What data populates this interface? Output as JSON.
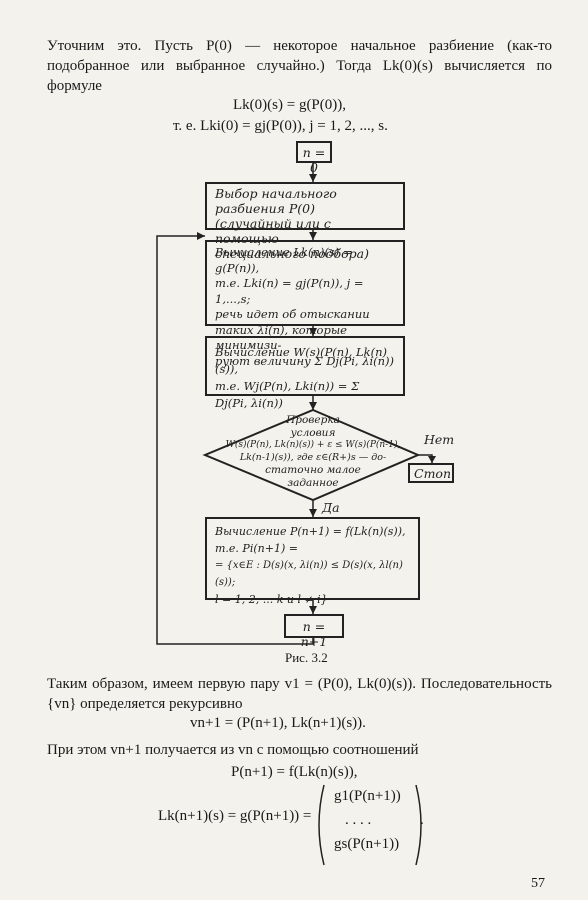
{
  "text": {
    "para1": "Уточним это. Пусть P(0) — некоторое начальное разбиение (как-то подобранное или выбранное случайно.) Тогда Lk(0)(s) вычисляется по формуле",
    "eq1": "Lk(0)(s) = g(P(0)),",
    "eq2": "т. е. Lki(0) = gj(P(0)), j = 1, 2, ..., s.",
    "para2": "Таким образом, имеем первую пару v1 = (P(0), Lk(0)(s)). Последовательность {vn} определяется рекурсивно",
    "eq3": "vn+1 = (P(n+1), Lk(n+1)(s)).",
    "para3": "При этом vn+1 получается из vn с помощью соотношений",
    "eq4": "P(n+1) = f(Lk(n)(s)),",
    "eq5_lhs": "Lk(n+1)(s) = g(P(n+1)) =",
    "eq5_row1": "g1(P(n+1))",
    "eq5_row2": ". . . .",
    "eq5_row3": "gs(P(n+1))",
    "caption": "Рис. 3.2",
    "page_number": "57"
  },
  "flowchart": {
    "start": "n = 0",
    "box1": [
      "Выбор начального разбиения P(0)",
      "(случайный или с помощью",
      "специального подбора)"
    ],
    "box2": [
      "Вычисление Lk(n)(s) = g(P(n)),",
      "т.е. Lki(n) = gj(P(n)), j = 1,...,s;",
      "речь идет об отыскании",
      "таких λi(n), которые минимизи-",
      "руют величину Σ Dj(Pi, λi(n))"
    ],
    "box3": [
      "Вычисление W(s)(P(n), Lk(n)(s)),",
      "т.е. Wj(P(n), Lki(n)) = Σ Dj(Pi, λi(n))"
    ],
    "diamond": [
      "Проверка",
      "условия",
      "W(s)(P(n), Lk(n)(s)) + ε ≤ W(s)(P(n-1),",
      "Lk(n-1)(s)), где ε∈(R+)s — до-",
      "статочно малое",
      "заданное"
    ],
    "no_label": "Нет",
    "yes_label": "Да",
    "stop": "Стоп",
    "box4": [
      "Вычисление P(n+1) = f(Lk(n)(s)),",
      "т.е. Pi(n+1) =",
      "= {x∈E : D(s)(x, λi(n)) ≤ D(s)(x, λl(n)(s));",
      "l = 1, 2, ... k  и  l ≠ i}"
    ],
    "increment": "n = n+1"
  }
}
